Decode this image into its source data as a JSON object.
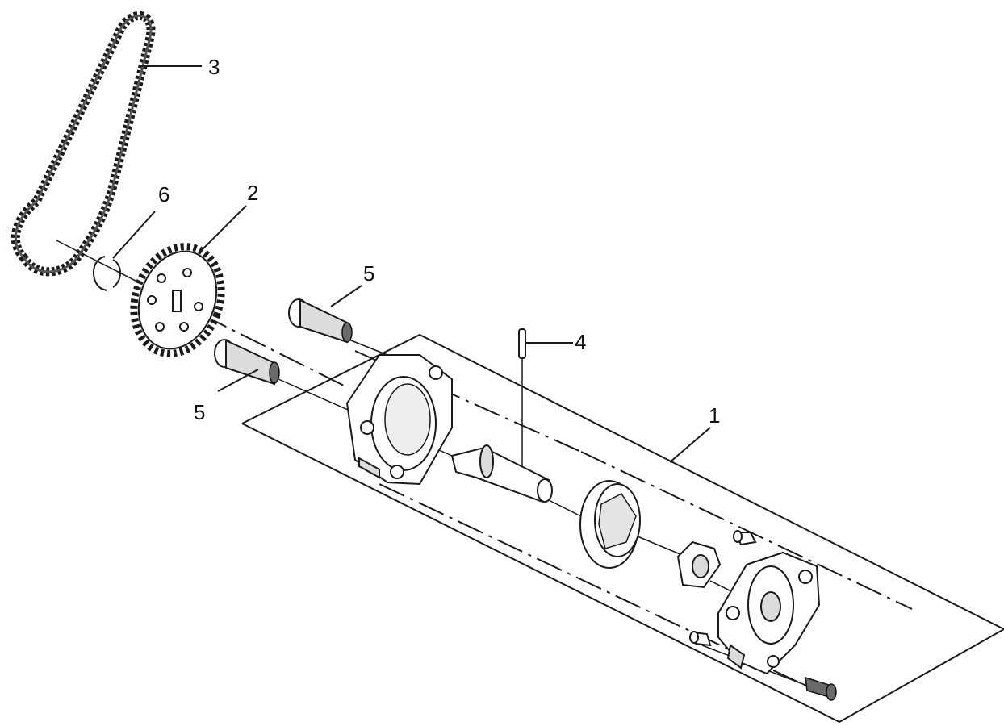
{
  "diagram": {
    "callouts": [
      {
        "id": "1",
        "label": "1"
      },
      {
        "id": "2",
        "label": "2"
      },
      {
        "id": "3",
        "label": "3"
      },
      {
        "id": "4",
        "label": "4"
      },
      {
        "id": "5a",
        "label": "5"
      },
      {
        "id": "5b",
        "label": "5"
      },
      {
        "id": "6",
        "label": "6"
      }
    ],
    "parts": [
      {
        "ref": "1",
        "icon": "oil-pump-assembly-icon"
      },
      {
        "ref": "2",
        "icon": "sprocket-icon"
      },
      {
        "ref": "3",
        "icon": "drive-chain-icon"
      },
      {
        "ref": "4",
        "icon": "pin-icon"
      },
      {
        "ref": "5",
        "icon": "bolt-icon"
      },
      {
        "ref": "6",
        "icon": "circlip-icon"
      }
    ]
  }
}
